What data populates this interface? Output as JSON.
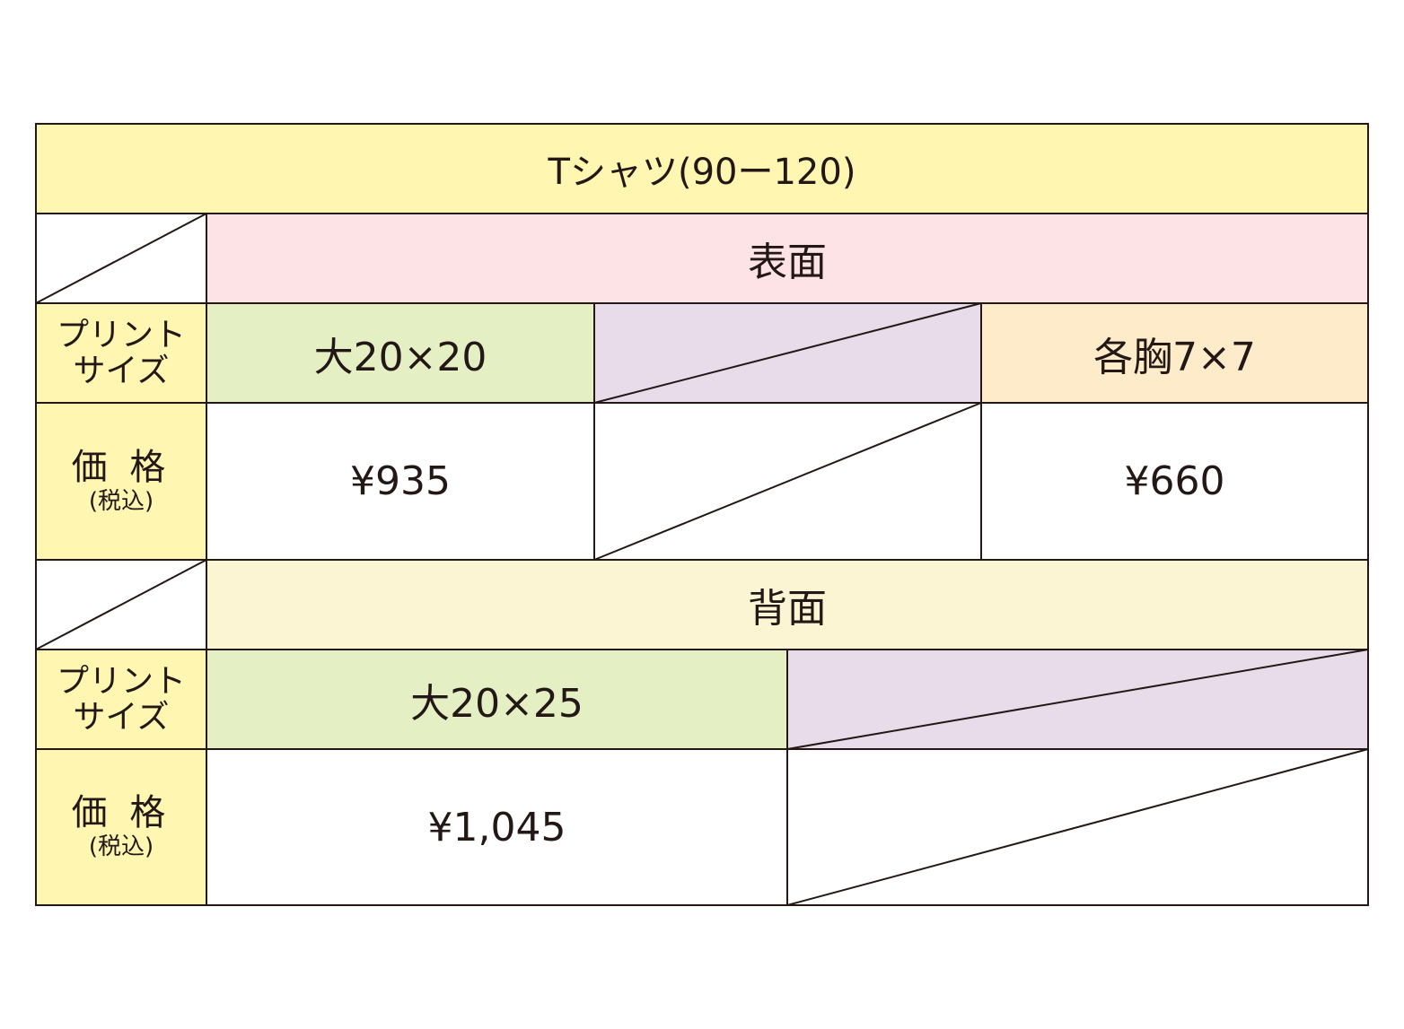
{
  "title": "Tシャツ(90ー120)",
  "front": {
    "heading": "表面",
    "size_label": [
      "プリント",
      "サイズ"
    ],
    "price_label": "価 格",
    "tax_note": "(税込)",
    "large_size": "大20×20",
    "chest_size": "各胸7×7",
    "large_price": "¥935",
    "chest_price": "¥660"
  },
  "back": {
    "heading": "背面",
    "size_label": [
      "プリント",
      "サイズ"
    ],
    "price_label": "価 格",
    "tax_note": "(税込)",
    "large_size": "大20×25",
    "large_price": "¥1,045"
  },
  "colors": {
    "title_bg": "#fff7b1",
    "front_heading_bg": "#fde3e6",
    "back_heading_bg": "#fbf5d3",
    "size_green": "#e4f0c4",
    "empty_lavender": "#e8dcea",
    "chest_peach": "#fdebc9",
    "line": "#231815"
  }
}
